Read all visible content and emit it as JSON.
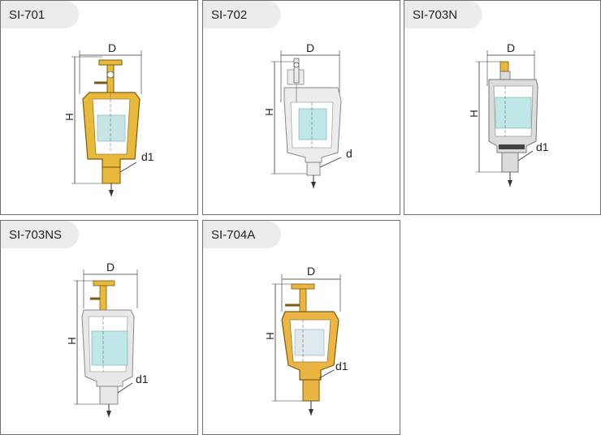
{
  "products": [
    {
      "model": "SI-701",
      "dim_width": "D",
      "dim_height": "H",
      "dim_port": "d1",
      "body_color": "#e8b93a",
      "float_color": "#c6e6e6"
    },
    {
      "model": "SI-702",
      "dim_width": "D",
      "dim_height": "H",
      "dim_port": "d",
      "body_color": "#e8e8e8",
      "float_color": "#bfe7e7"
    },
    {
      "model": "SI-703N",
      "dim_width": "D",
      "dim_height": "H",
      "dim_port": "d1",
      "body_color": "#dcdcdc",
      "float_color": "#bfe7e7"
    },
    {
      "model": "SI-703NS",
      "dim_width": "D",
      "dim_height": "H",
      "dim_port": "d1",
      "body_color": "#e8e8e8",
      "float_color": "#bfe7e7"
    },
    {
      "model": "SI-704A",
      "dim_width": "D",
      "dim_height": "H",
      "dim_port": "d1",
      "body_color": "#eab543",
      "float_color": "#dfe9ee"
    }
  ]
}
